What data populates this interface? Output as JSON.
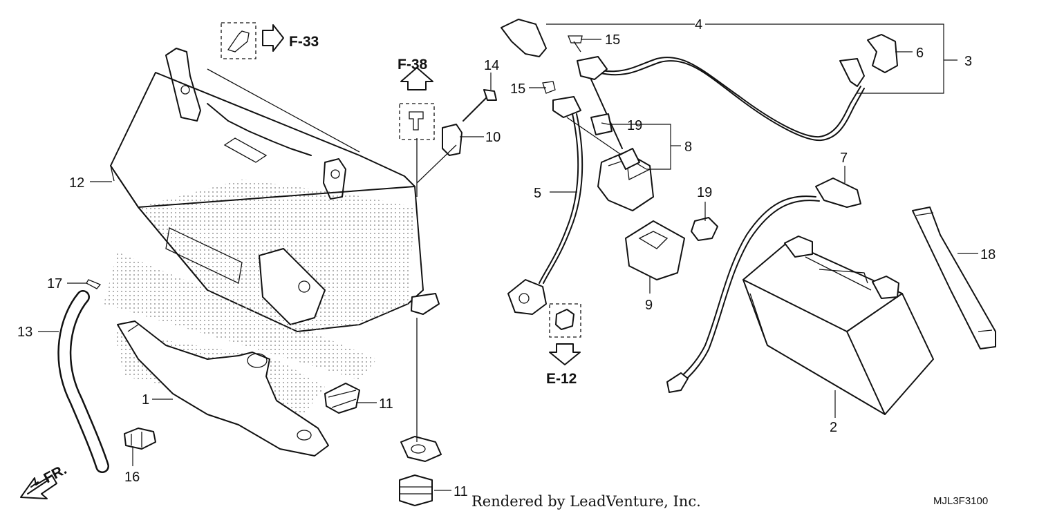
{
  "diagram": {
    "callouts": {
      "c1": "1",
      "c2": "2",
      "c3": "3",
      "c4": "4",
      "c5": "5",
      "c6": "6",
      "c7": "7",
      "c8": "8",
      "c9": "9",
      "c10": "10",
      "c11a": "11",
      "c11b": "11",
      "c12": "12",
      "c13": "13",
      "c14": "14",
      "c15a": "15",
      "c15b": "15",
      "c16": "16",
      "c17": "17",
      "c18": "18",
      "c19a": "19",
      "c19b": "19"
    },
    "references": {
      "f33": "F-33",
      "f38": "F-38",
      "e12": "E-12"
    },
    "front_marker": "FR.",
    "credit": "Rendered by LeadVenture, Inc.",
    "diagram_code": "MJL3F3100"
  }
}
